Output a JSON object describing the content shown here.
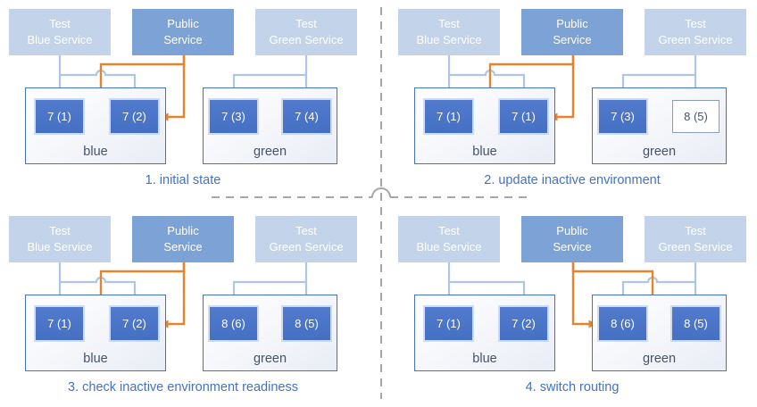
{
  "diagram": {
    "colors": {
      "test_service_fill": "#c2d3ea",
      "public_service_fill": "#7da3d6",
      "pod_fill": "#4472c4",
      "pod_outline_border": "#8a9cbe",
      "env_border": "#4472c4",
      "env_label_text": "#44546a",
      "caption_text": "#4472c4",
      "public_arrow": "#e6832d",
      "test_arrow": "#adc5e7",
      "divider": "#a6a6a6"
    },
    "panels": [
      {
        "caption": "1. initial state",
        "services": [
          {
            "id": "test-blue-service",
            "kind": "test",
            "lines": [
              "Test",
              "Blue Service"
            ]
          },
          {
            "id": "public-service",
            "kind": "public",
            "lines": [
              "Public",
              "Service"
            ]
          },
          {
            "id": "test-green-service",
            "kind": "test",
            "lines": [
              "Test",
              "Green Service"
            ]
          }
        ],
        "environments": [
          {
            "label": "blue",
            "pods": [
              {
                "label": "7 (1)",
                "style": "solid"
              },
              {
                "label": "7 (2)",
                "style": "solid"
              }
            ]
          },
          {
            "label": "green",
            "pods": [
              {
                "label": "7 (3)",
                "style": "solid"
              },
              {
                "label": "7 (4)",
                "style": "solid"
              }
            ]
          }
        ],
        "public_routing": "blue"
      },
      {
        "caption": "2. update inactive environment",
        "services": [
          {
            "id": "test-blue-service",
            "kind": "test",
            "lines": [
              "Test",
              "Blue Service"
            ]
          },
          {
            "id": "public-service",
            "kind": "public",
            "lines": [
              "Public",
              "Service"
            ]
          },
          {
            "id": "test-green-service",
            "kind": "test",
            "lines": [
              "Test",
              "Green Service"
            ]
          }
        ],
        "environments": [
          {
            "label": "blue",
            "pods": [
              {
                "label": "7 (1)",
                "style": "solid"
              },
              {
                "label": "7 (1)",
                "style": "solid"
              }
            ]
          },
          {
            "label": "green",
            "pods": [
              {
                "label": "7 (3)",
                "style": "solid"
              },
              {
                "label": "8 (5)",
                "style": "outline"
              }
            ]
          }
        ],
        "public_routing": "blue"
      },
      {
        "caption": "3. check inactive environment readiness",
        "services": [
          {
            "id": "test-blue-service",
            "kind": "test",
            "lines": [
              "Test",
              "Blue Service"
            ]
          },
          {
            "id": "public-service",
            "kind": "public",
            "lines": [
              "Public",
              "Service"
            ]
          },
          {
            "id": "test-green-service",
            "kind": "test",
            "lines": [
              "Test",
              "Green Service"
            ]
          }
        ],
        "environments": [
          {
            "label": "blue",
            "pods": [
              {
                "label": "7 (1)",
                "style": "solid"
              },
              {
                "label": "7 (2)",
                "style": "solid"
              }
            ]
          },
          {
            "label": "green",
            "pods": [
              {
                "label": "8 (6)",
                "style": "solid"
              },
              {
                "label": "8 (5)",
                "style": "solid"
              }
            ]
          }
        ],
        "public_routing": "blue"
      },
      {
        "caption": "4. switch routing",
        "services": [
          {
            "id": "test-blue-service",
            "kind": "test",
            "lines": [
              "Test",
              "Blue Service"
            ]
          },
          {
            "id": "public-service",
            "kind": "public",
            "lines": [
              "Public",
              "Service"
            ]
          },
          {
            "id": "test-green-service",
            "kind": "test",
            "lines": [
              "Test",
              "Green Service"
            ]
          }
        ],
        "environments": [
          {
            "label": "blue",
            "pods": [
              {
                "label": "7 (1)",
                "style": "solid"
              },
              {
                "label": "7 (2)",
                "style": "solid"
              }
            ]
          },
          {
            "label": "green",
            "pods": [
              {
                "label": "8 (6)",
                "style": "solid"
              },
              {
                "label": "8 (5)",
                "style": "solid"
              }
            ]
          }
        ],
        "public_routing": "green"
      }
    ]
  }
}
